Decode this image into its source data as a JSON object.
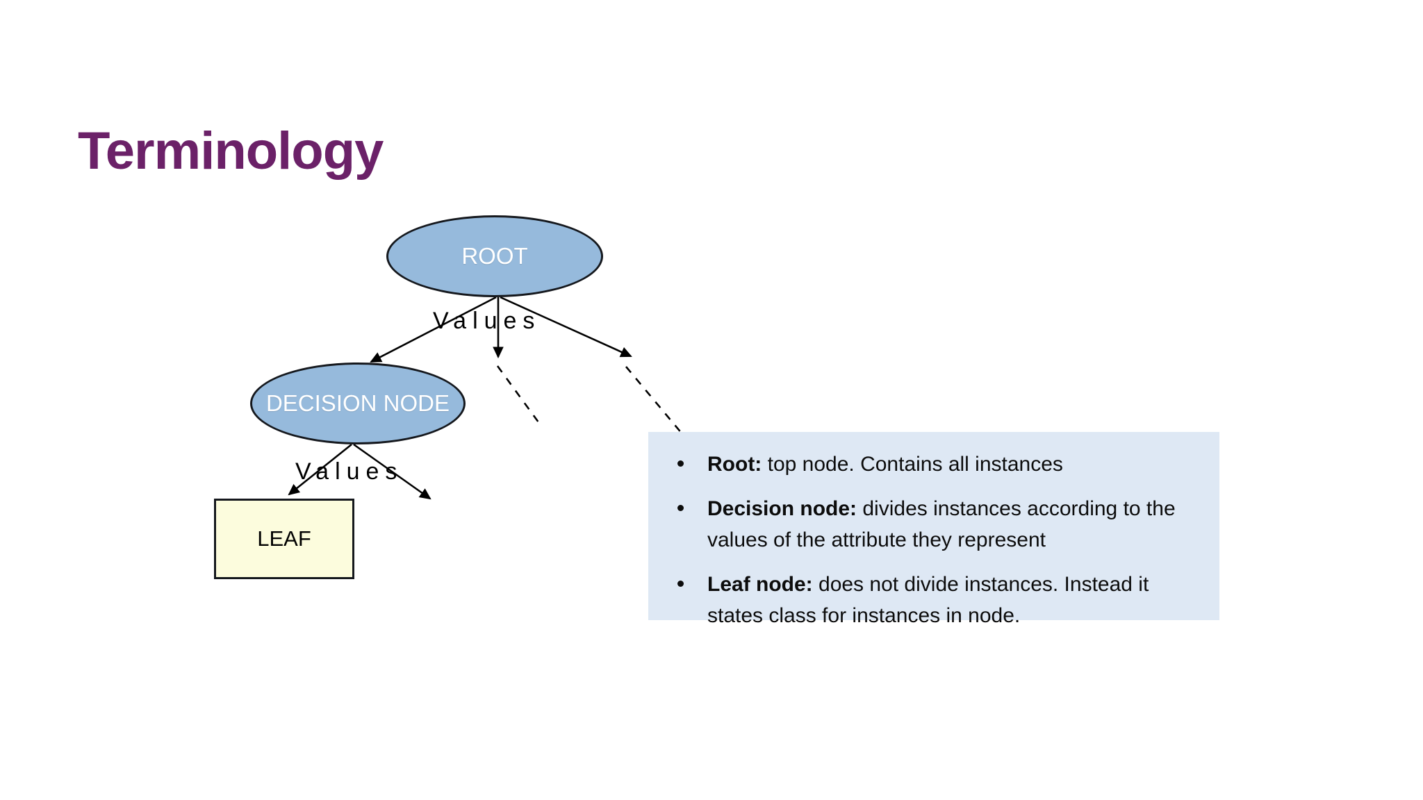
{
  "slide": {
    "title": "Terminology",
    "title_color": "#6B2168",
    "background_color": "#FFFFFF"
  },
  "diagram": {
    "type": "decision-tree",
    "node_fill": "#96BADC",
    "node_stroke": "#15181D",
    "leaf_fill": "#FCFCDD",
    "nodes": [
      {
        "id": "root",
        "label": "ROOT",
        "shape": "ellipse"
      },
      {
        "id": "decision",
        "label": "DECISION NODE",
        "shape": "ellipse"
      },
      {
        "id": "leaf",
        "label": "LEAF",
        "shape": "rectangle"
      }
    ],
    "edge_labels": [
      {
        "id": "root-values",
        "label": "Values"
      },
      {
        "id": "decision-values",
        "label": "Values"
      }
    ]
  },
  "definitions": {
    "background_color": "#DEE8F4",
    "items": [
      {
        "term": "Root:",
        "description": " top node. Contains all instances"
      },
      {
        "term": "Decision node:",
        "description": " divides instances according to the values of the attribute they represent"
      },
      {
        "term": "Leaf node:",
        "description": " does not divide instances. Instead it states class for instances in node."
      }
    ]
  }
}
